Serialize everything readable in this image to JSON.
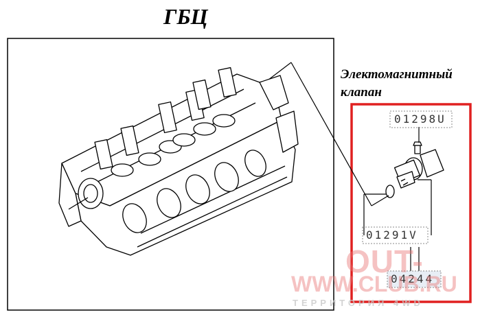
{
  "title": "ГБЦ",
  "callout": {
    "line1": "Электомагнитный",
    "line2": "клапан"
  },
  "part_numbers": [
    "01298U",
    "01291V",
    "04244"
  ],
  "watermark": {
    "line1": "OUT-",
    "line2": "WWW.CLUB.RU",
    "line3": "ТЕРРИТОРИЯ 4WD"
  },
  "colors": {
    "highlight_frame": "#e02020",
    "watermark": "#e87878"
  }
}
